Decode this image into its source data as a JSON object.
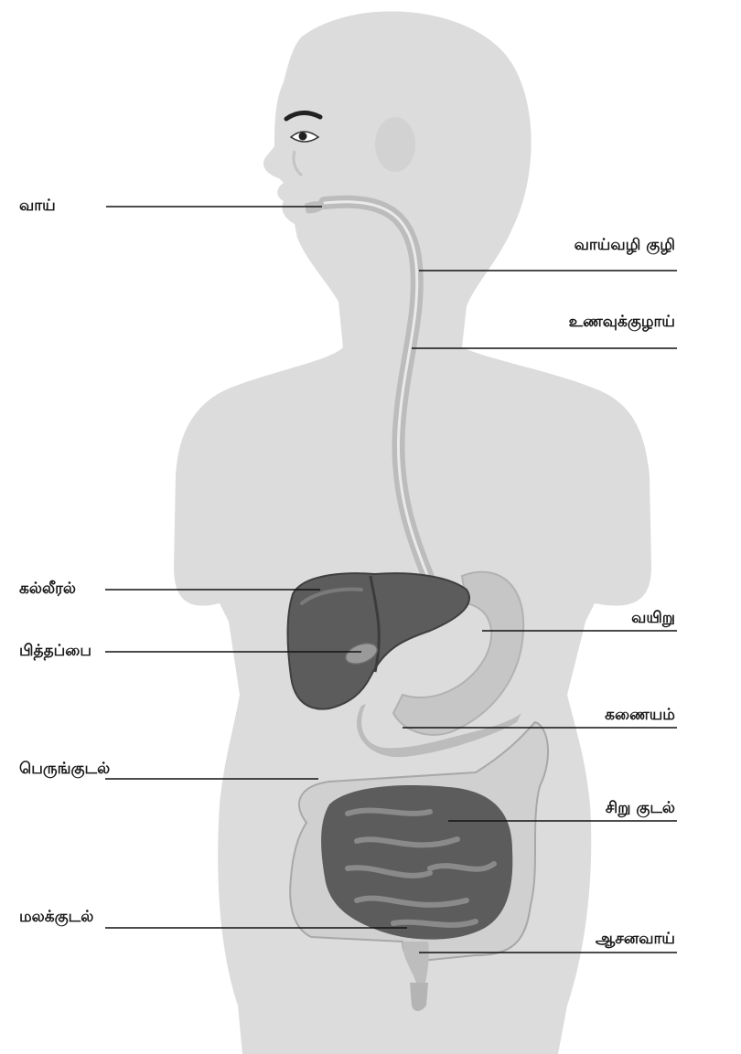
{
  "diagram": {
    "colors": {
      "silhouette": "#dcdcdc",
      "organ_light": "#c8c8c8",
      "organ_mid": "#a9a9a9",
      "organ_dark": "#5a5a5a",
      "liver": "#5c5c5c",
      "leader_line": "#111111"
    },
    "labels": [
      {
        "key": "mouth",
        "text": "வாய்"
      },
      {
        "key": "pharynx",
        "text": "வாய்வழி குழி"
      },
      {
        "key": "esophagus",
        "text": "உணவுக்குழாய்"
      },
      {
        "key": "liver",
        "text": "கல்லீரல்"
      },
      {
        "key": "stomach",
        "text": "வயிறு"
      },
      {
        "key": "gallbladder",
        "text": "பித்தப்பை"
      },
      {
        "key": "pancreas",
        "text": "கணையம்"
      },
      {
        "key": "large_intestine",
        "text": "பெருங்குடல்"
      },
      {
        "key": "small_intestine",
        "text": "சிறு குடல்"
      },
      {
        "key": "rectum",
        "text": "மலக்குடல்"
      },
      {
        "key": "anus",
        "text": "ஆசனவாய்"
      }
    ]
  }
}
